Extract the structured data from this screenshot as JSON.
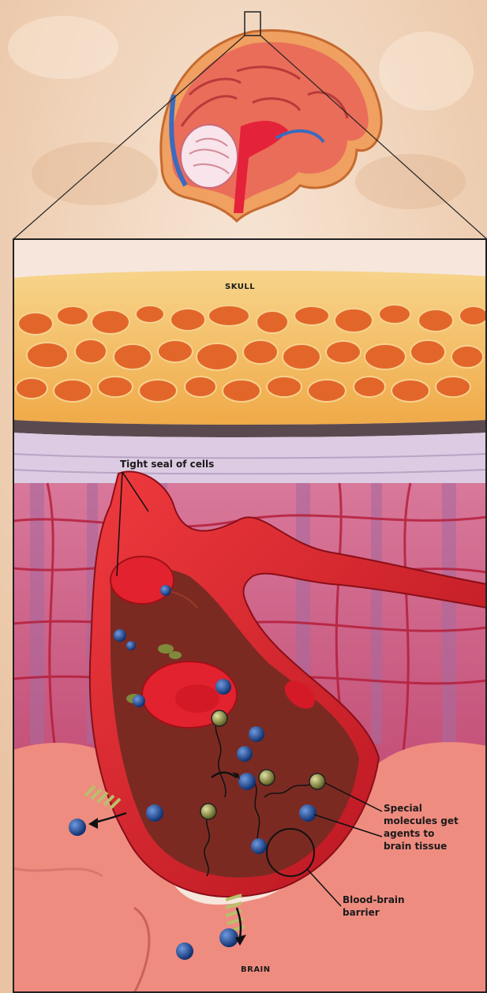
{
  "labels": {
    "skull": "SKULL",
    "tight_seal": "Tight seal of cells",
    "special_molecules": [
      "Special",
      "molecules get",
      "agents to",
      "brain tissue"
    ],
    "blood_brain_barrier": [
      "Blood-brain",
      "barrier"
    ],
    "brain": "BRAIN"
  },
  "colors": {
    "background": "#f3d9c3",
    "skull_band": "#f2b85a",
    "bone_cells": "#e5682a",
    "membrane": "#d9c9e0",
    "tissue": "#cf5a7a",
    "vessel": "#d81e2a",
    "brain_tissue": "#ee8a7e",
    "molecule_blue": "#1d3f8f",
    "molecule_olive": "#8a8a3a"
  }
}
